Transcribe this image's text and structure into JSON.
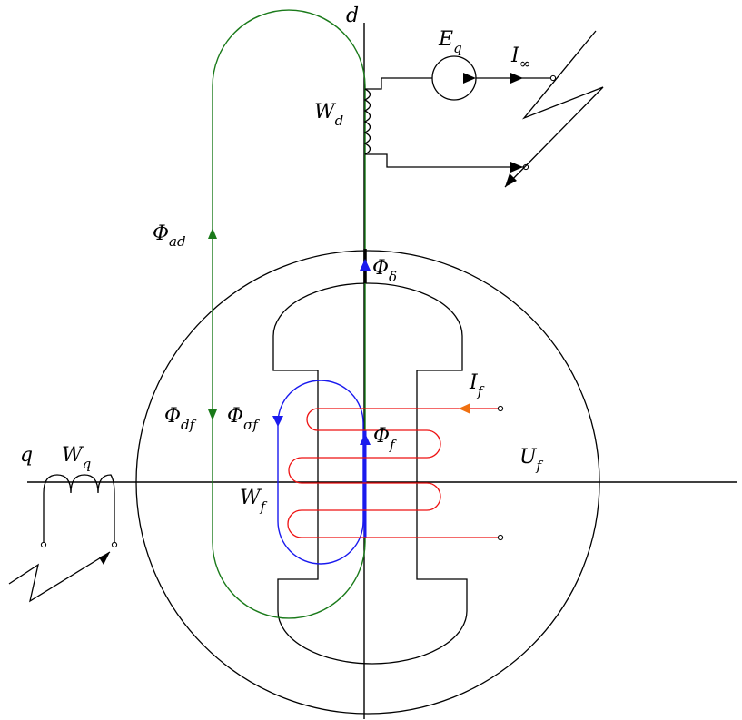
{
  "labels": {
    "d_axis": "d",
    "q_axis": "q",
    "Eq": {
      "main": "E",
      "sub": "q"
    },
    "Iinf": {
      "main": "I",
      "sub": "∞"
    },
    "Wd": {
      "main": "W",
      "sub": "d"
    },
    "Phi_ad": {
      "main": "Φ",
      "sub": "ad"
    },
    "Phi_delta": {
      "main": "Φ",
      "sub": "δ"
    },
    "If": {
      "main": "I",
      "sub": "f"
    },
    "Phi_df": {
      "main": "Φ",
      "sub": "df"
    },
    "Phi_sigma_f": {
      "main": "Φ",
      "sub": "σf"
    },
    "Phi_f": {
      "main": "Φ",
      "sub": "f"
    },
    "Uf": {
      "main": "U",
      "sub": "f"
    },
    "Wq": {
      "main": "W",
      "sub": "q"
    },
    "Wf": {
      "main": "W",
      "sub": "f"
    }
  },
  "colors": {
    "line": "#000000",
    "flux_ad": "#1a7a1a",
    "flux_sigma": "#1a1aee",
    "field_coil": "#ee1111",
    "field_current_arrow": "#f07010"
  }
}
